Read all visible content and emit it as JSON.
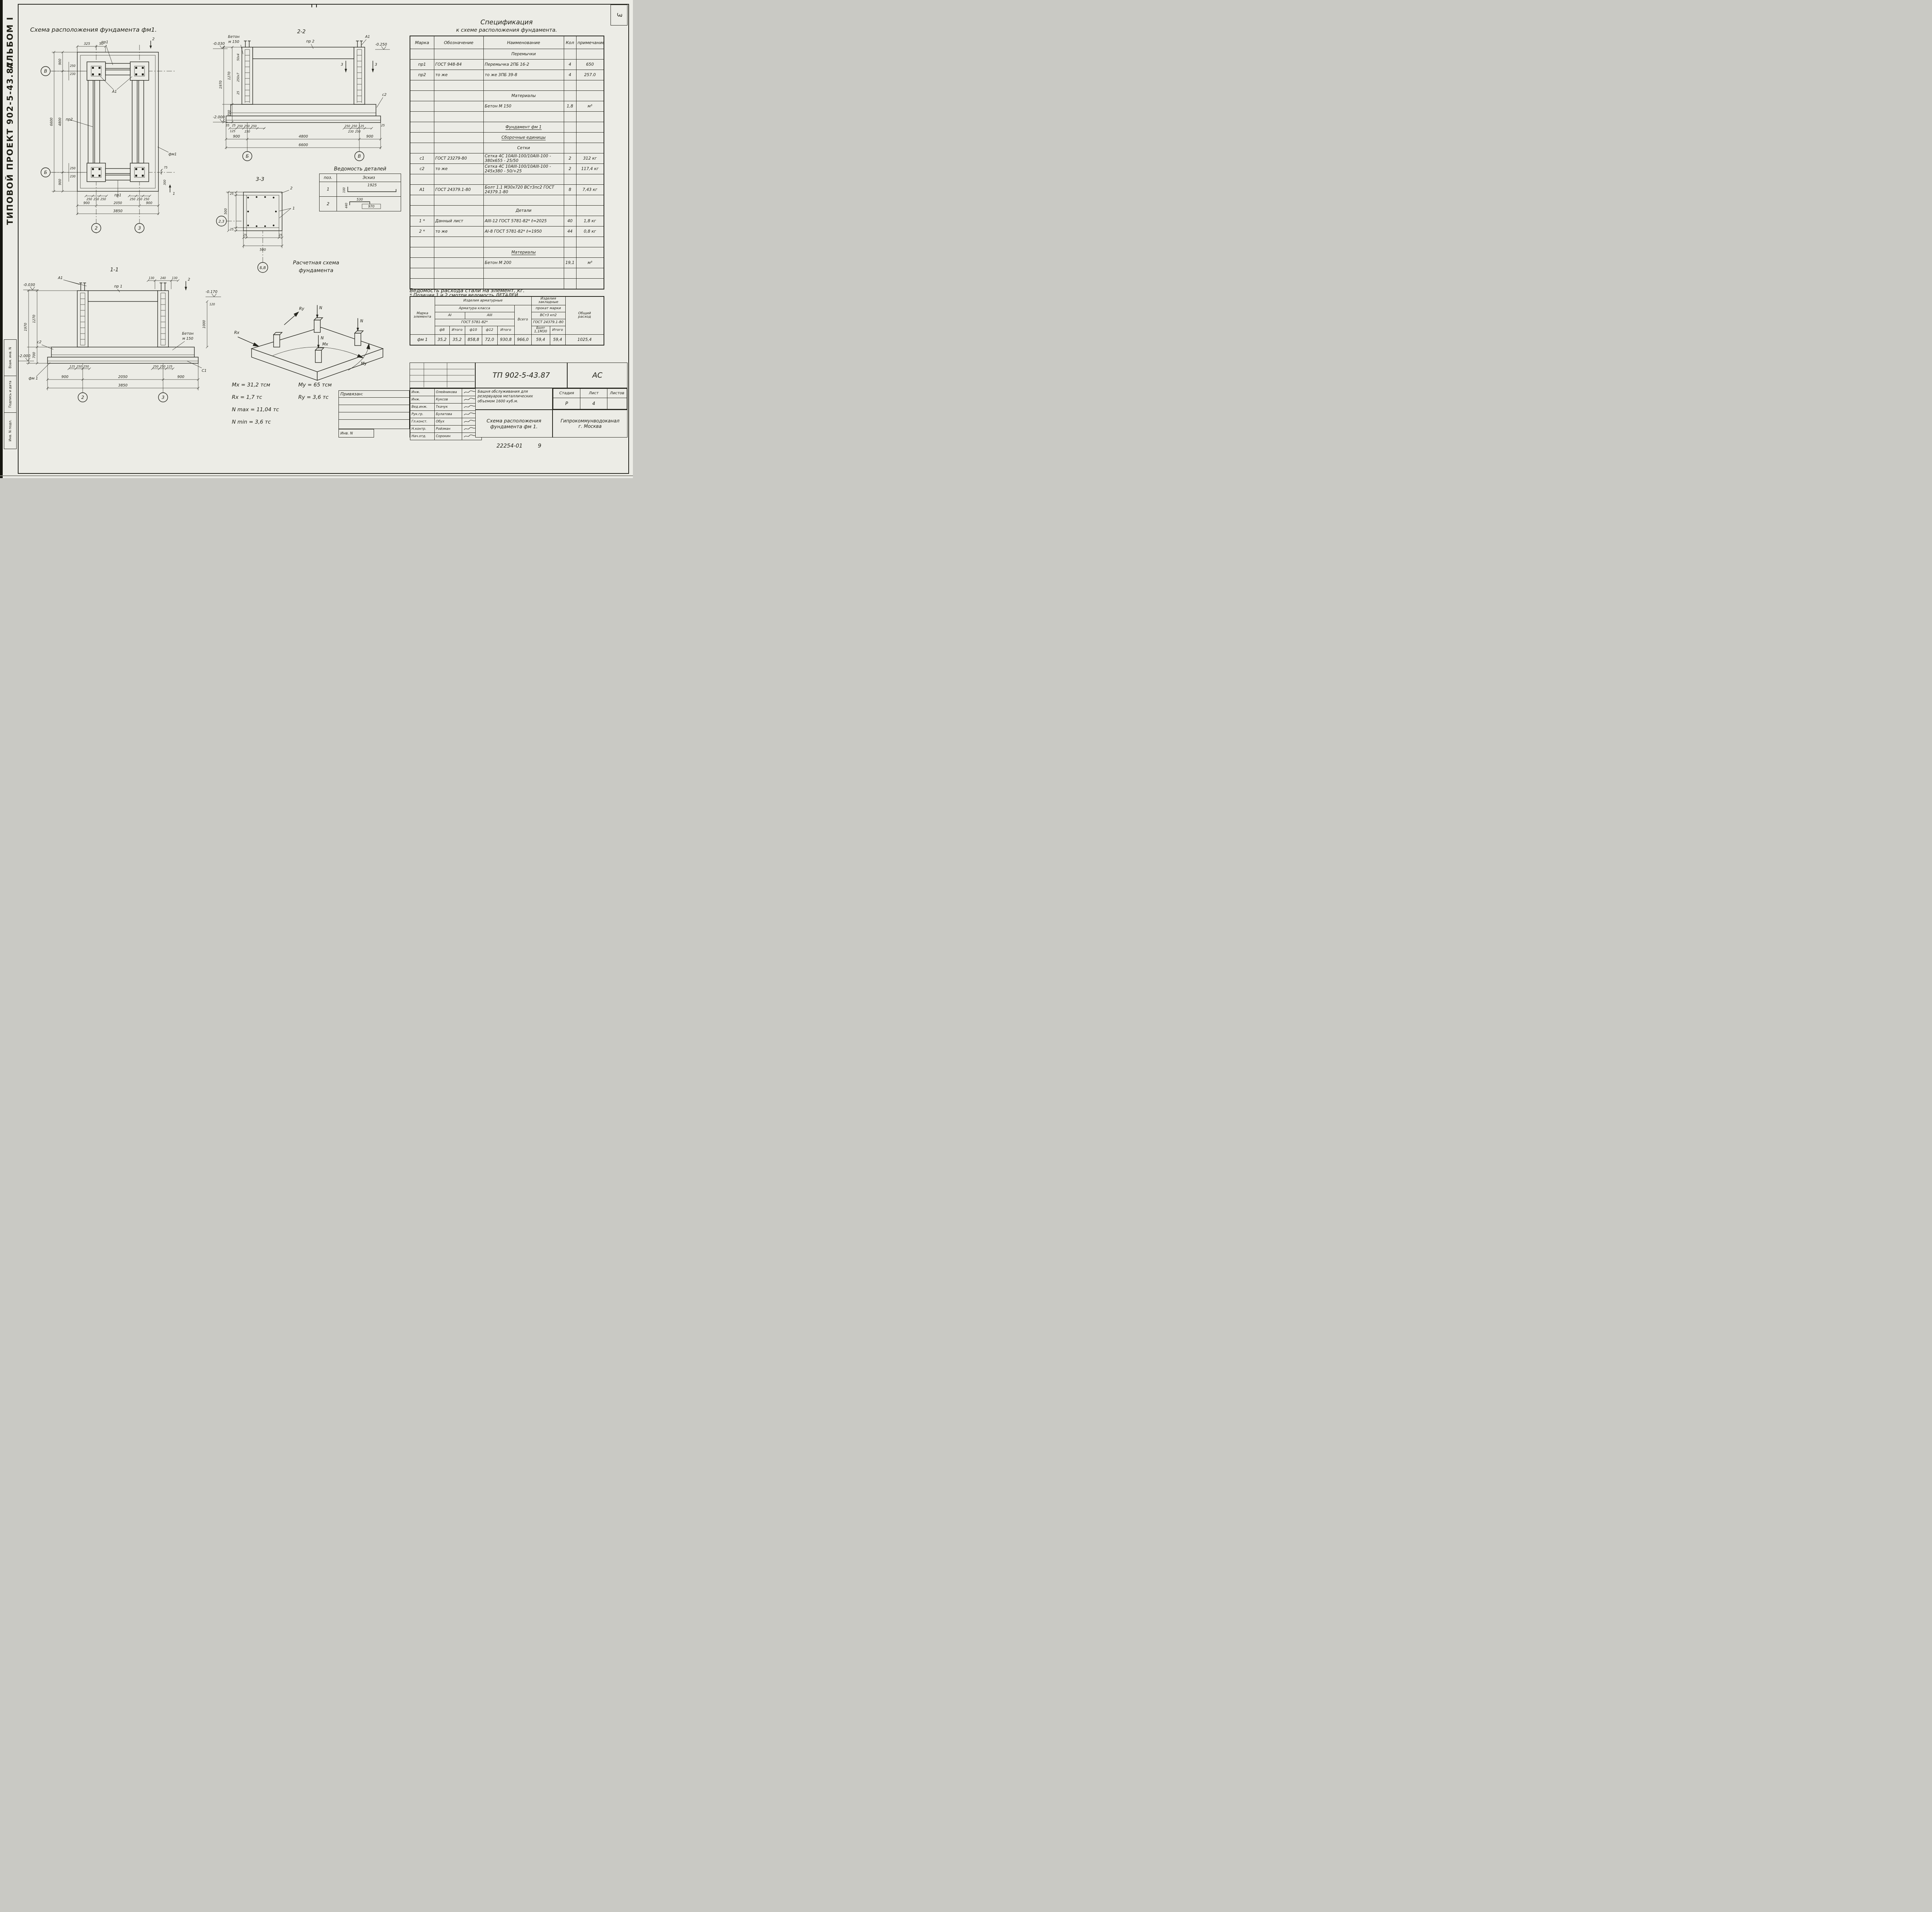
{
  "corner": {
    "sheet_number": "3"
  },
  "frame": {
    "footer_doc": "22254-01",
    "footer_sheet": "9"
  },
  "sidebar": {
    "album": "АЛЬБОМ I",
    "project": "ТИПОВОЙ  ПРОЕКТ  902-5-43.87",
    "stamp_top": "Взам. инв. N",
    "stamp_mid": "Подпись и дата",
    "stamp_bottom": "Инв. N подл."
  },
  "plan": {
    "title": "Схема расположения фундамента фм1.",
    "dim_325": "325",
    "dim_50": "50",
    "pr1_top": "пр1",
    "pr1_bottom": "пр1",
    "pr2": "пр2",
    "a1": "А1",
    "fm1": "фм1",
    "sec2_top": "2",
    "sec1_bottom": "1",
    "axis_v": "В",
    "axis_b": "Б",
    "axis_2": "2",
    "axis_3": "3",
    "left_900_top": "900",
    "left_4800": "4800",
    "left_900_bottom": "900",
    "left_6600": "6600",
    "small_250_t": "250",
    "small_230_t": "230",
    "small_250_b": "250",
    "small_230_b": "230",
    "bolts_left": [
      "250",
      "250",
      "250"
    ],
    "bolts_right": [
      "250",
      "250",
      "250"
    ],
    "bottom_900_l": "900",
    "bottom_2050": "2050",
    "bottom_900_r": "900",
    "bottom_3850": "3850",
    "right_75": "75",
    "right_300": "300"
  },
  "section22": {
    "title": "2-2",
    "beton1": "Бетон",
    "beton2": "м 150",
    "pr2": "пр 2",
    "a1": "А1",
    "c2": "с2",
    "sec3a": "3",
    "sec3b": "3",
    "lvl_030": "-0.030",
    "lvl_250": "-0.250",
    "lvl_2000": "-2.000",
    "sp_50x4": "50х4",
    "sp_250x7": "250х7",
    "sp_25a": "25",
    "sp_35": "35",
    "sp_25b": "25",
    "sp_25c": "25",
    "v_1970": "1970",
    "v_1270": "1270",
    "v_700": "700",
    "cl_125": "125",
    "cl_250a": "250",
    "cl_250b": "250",
    "cl_250c": "250",
    "cl_230": "230",
    "cr_250a": "250",
    "cr_250b": "250",
    "cr_125": "125",
    "cr_230": "230",
    "cr_250c": "250",
    "b_900l": "900",
    "b_4800": "4800",
    "b_900r": "900",
    "b_6600": "6600",
    "axis_b": "Б",
    "axis_v": "В"
  },
  "section33": {
    "title": "3-3",
    "lbl1": "1",
    "lbl2": "2",
    "l25a": "25",
    "l25b": "25",
    "l500": "500",
    "b25a": "25",
    "b25b": "25",
    "b500": "500",
    "circ_23": "2,3",
    "circ_bv": "Б,В"
  },
  "details": {
    "title": "Ведомость  деталей",
    "h_pos": "поз.",
    "h_sketch": "Эскиз",
    "r1_pos": "1",
    "r1_len": "1925",
    "r1_h": "100",
    "r2_pos": "2",
    "r2_a": "530",
    "r2_b": "970",
    "r2_h": "440"
  },
  "section11": {
    "title": "1-1",
    "a1": "А1",
    "pr1": "пр 1",
    "sec2": "2",
    "c2": "с2",
    "beton1": "Бетон",
    "beton2": "м 150",
    "fm1": "фм 1",
    "c1": "С1",
    "lvl_030": "-0.030",
    "lvl_170": "-0.170",
    "lvl_2000": "-2.000",
    "t130a": "130",
    "t240": "240",
    "t130b": "130",
    "r120": "120",
    "r1000": "1000",
    "v_1970": "1970",
    "v_1270": "1270",
    "v_700": "700",
    "cl": [
      "125",
      "250",
      "250"
    ],
    "cr": [
      "250",
      "250",
      "125"
    ],
    "b_900l": "900",
    "b_2050": "2050",
    "b_900r": "900",
    "b_3850": "3850",
    "axis_2": "2",
    "axis_3": "3"
  },
  "calc": {
    "title1": "Расчетная  схема",
    "title2": "фундамента",
    "rx": "Rx",
    "ry": "Ry",
    "mx": "Mx",
    "my": "Му",
    "n1": "N",
    "n2": "N",
    "n3": "N",
    "f_mx": "Mx = 31,2 тсм",
    "f_my": "Му = 65 тсм",
    "f_rx": "Rx = 1,7 тс",
    "f_ry": "Rу = 3,6 тс",
    "f_nmax": "N max = 11,04 тс",
    "f_nmin": "N min = 3,6 тс"
  },
  "spec": {
    "title1": "Спецификация",
    "title2": "к схеме  расположения  фундамента.",
    "h": [
      "Марка",
      "Обозначение",
      "Наименование",
      "Кол",
      "примечание"
    ],
    "rows": [
      {
        "type": "center",
        "n": "Перемычки"
      },
      {
        "m": "пр1",
        "o": "ГОСТ 948-84",
        "n": "Перемычка 2ПБ 16-2",
        "k": "4",
        "p": "650"
      },
      {
        "m": "пр2",
        "o": "то же",
        "n": "то же   3ПБ 39-8",
        "k": "4",
        "p": "257.0"
      },
      {},
      {
        "type": "center",
        "n": "Материалы"
      },
      {
        "n": "Бетон  М 150",
        "k": "1,8",
        "p": "м³"
      },
      {},
      {
        "type": "center-u",
        "n": "Фундамент фм 1"
      },
      {
        "type": "center-u",
        "n": "Сборочные единицы"
      },
      {
        "type": "center",
        "n": "Сетки"
      },
      {
        "m": "с1",
        "o": "ГОСТ 23279-80",
        "n": "Сетка 4С 10АIII-100/10АIII-100 - 380х655 - 25/50",
        "k": "2",
        "p": "312 кг"
      },
      {
        "m": "с2",
        "o": "то же",
        "n": "Сетка 4С 10АIII-100/10АIII-100 - 245х380 - 50/+25",
        "k": "2",
        "p": "117,4 кг"
      },
      {},
      {
        "m": "А1",
        "o": "ГОСТ 24379.1-80",
        "n": "Болт 1.1 М30х720 ВСт3пс2 ГОСТ 24379.1-80",
        "k": "8",
        "p": "7,43 кг"
      },
      {},
      {
        "type": "center",
        "n": "Детали"
      },
      {
        "m": "1 *",
        "o": "Данный  лист",
        "n": "АIII-12 ГОСТ 5781-82*  ℓ=2025",
        "k": "40",
        "p": "1,8 кг"
      },
      {
        "m": "2 *",
        "o": "то же",
        "n": "АI-8 ГОСТ 5781-82*  ℓ=1950",
        "k": "44",
        "p": "0,8 кг"
      },
      {},
      {
        "type": "center-u",
        "n": "Материалы"
      },
      {
        "n": "Бетон  М 200",
        "k": "19,1",
        "p": "м³"
      },
      {},
      {}
    ],
    "footnote": "*  Позиции  1 и 2  смотри  ведомость  ДЕТАЛЕЙ"
  },
  "steel": {
    "title": "Ведомость  расхода  стали  на  элемент,  кг.",
    "h_arm": "Изделия  арматурные",
    "h_zak": "Изделия закладные",
    "h_class": "Арматура  класса",
    "h_prokat": "прокат марки",
    "h_ai": "АI",
    "h_aiii": "АIII",
    "h_vst": "ВСт3 кп2",
    "h_gost1": "ГОСТ  5781-82*",
    "h_gost2": "ГОСТ 24379.1-80",
    "h_marka1": "Марка",
    "h_marka2": "элемента",
    "h_vsego": "Всего",
    "h_obshiy1": "Общий",
    "h_obshiy2": "расход",
    "c_f8": "ф8",
    "c_i1": "Итого",
    "c_f10": "ф10",
    "c_f12": "ф12",
    "c_i2": "Итого",
    "c_bolt1": "Болт",
    "c_bolt2": "1,1М30",
    "c_i3": "Итого",
    "row_m": "фм 1",
    "v": [
      "35,2",
      "35,2",
      "858,8",
      "72,0",
      "930,8",
      "966,0",
      "59,4",
      "59,4",
      "1025,4"
    ]
  },
  "titleblock": {
    "doc": "ТП  902-5-43.87",
    "mark": "АС",
    "privyazan": "Привязан:",
    "inv": "Инв. N",
    "signatures": [
      {
        "role": "Инж.",
        "name": "Олейникова"
      },
      {
        "role": "Инж.",
        "name": "Куксов"
      },
      {
        "role": "Вед.инж.",
        "name": "Ткачук"
      },
      {
        "role": "Рук.гр.",
        "name": "Булатова"
      },
      {
        "role": "Гл.конст.",
        "name": "Обух"
      },
      {
        "role": "Н.контр.",
        "name": "Ройзман"
      },
      {
        "role": "Нач.отд.",
        "name": "Сорокин"
      }
    ],
    "object": "Башня обслуживания для резервуаров металлических объемом 1600 куб.м.",
    "sheet_name1": "Схема расположения",
    "sheet_name2": "фундамента фм 1.",
    "h_stage": "Стадия",
    "h_sheet": "Лист",
    "h_sheets": "Листов",
    "stage": "Р",
    "sheet": "4",
    "sheets": "",
    "org1": "Гипрокоммунводоканал",
    "org2": "г. Москва"
  }
}
